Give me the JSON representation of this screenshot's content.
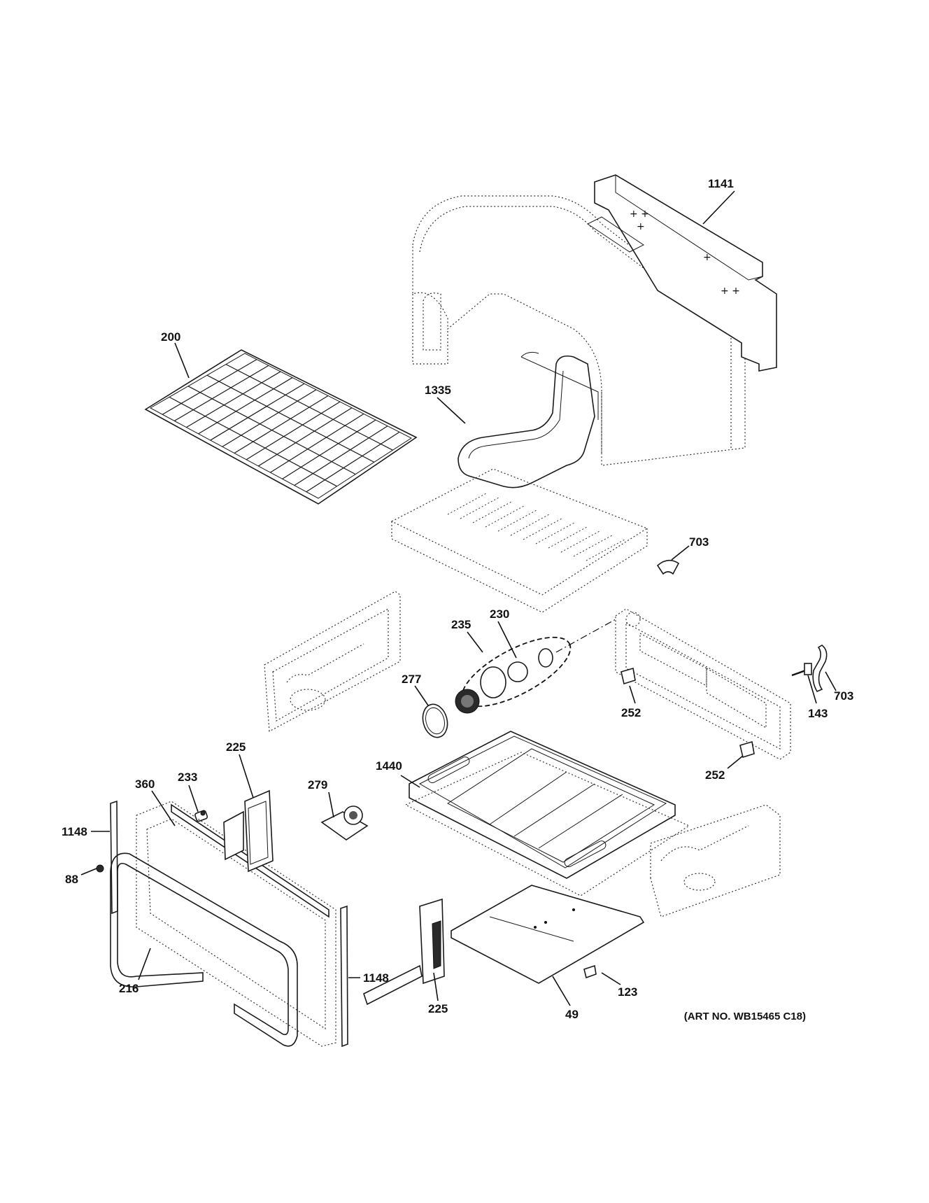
{
  "callouts": {
    "c1141": "1141",
    "c200": "200",
    "c1335": "1335",
    "c703a": "703",
    "c230": "230",
    "c235": "235",
    "c277": "277",
    "c252a": "252",
    "c703b": "703",
    "c143": "143",
    "c252b": "252",
    "c225a": "225",
    "c233": "233",
    "c360": "360",
    "c279": "279",
    "c1440": "1440",
    "c1148a": "1148",
    "c88": "88",
    "c1148b": "1148",
    "c216": "216",
    "c225b": "225",
    "c49": "49",
    "c123": "123"
  },
  "art_number": "(ART NO. WB15465 C18)"
}
